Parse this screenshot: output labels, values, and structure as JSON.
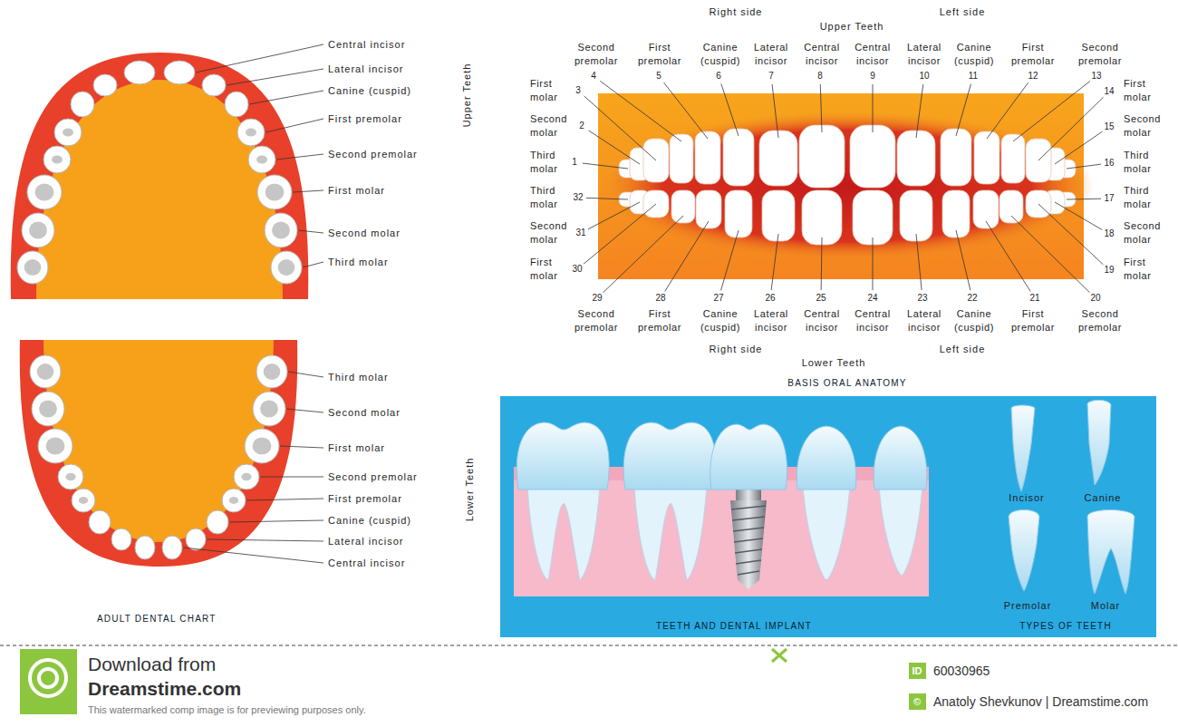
{
  "diagram": {
    "title": "BASIS ORAL ANATOMY",
    "caption": "ADULT DENTAL CHART",
    "labels": [
      "Central incisor",
      "Lateral incisor",
      "Canine (cuspid)",
      "First premolar",
      "Second premolar",
      "First molar",
      "Second molar",
      "Third molar",
      "Upper Teeth",
      "Third molar",
      "Second molar",
      "First molar",
      "Second premolar",
      "First premolar",
      "Canine (cuspid)",
      "Lateral incisor",
      "Central incisor",
      "Lower Teeth",
      "Right side",
      "Upper Teeth",
      "Left side",
      "Second premolar",
      "First premolar",
      "Canine (cuspid)",
      "Lateral incisor",
      "Central incisor",
      "Central incisor",
      "Lateral incisor",
      "Canine (cuspid)",
      "First premolar",
      "Second premolar",
      "4",
      "5",
      "6",
      "7",
      "8",
      "9",
      "10",
      "11",
      "12",
      "13",
      "First molar",
      "3",
      "Second molar",
      "2",
      "Third molar",
      "1",
      "Third molar",
      "32",
      "Second molar",
      "31",
      "First molar",
      "30",
      "14",
      "First molar",
      "15",
      "Second molar",
      "16",
      "Third molar",
      "17",
      "Third molar",
      "18",
      "Second molar",
      "19",
      "First molar",
      "29",
      "28",
      "27",
      "26",
      "25",
      "24",
      "23",
      "22",
      "21",
      "20",
      "Second premolar",
      "First premolar",
      "Canine (cuspid)",
      "Lateral incisor",
      "Central incisor",
      "Central incisor",
      "Lateral incisor",
      "Canine (cuspid)",
      "First premolar",
      "Second premolar",
      "Right side",
      "Lower Teeth",
      "Left side",
      "TEETH AND DENTAL IMPLANT",
      "Incisor",
      "Canine",
      "Premolar",
      "Molar",
      "TYPES OF TEETH",
      "Download from",
      "Dreamstime.com",
      "This watermarked comp image is for previewing purposes only.",
      "ID",
      "60030965",
      "©",
      "Anatoly Shevkunov | Dreamstime.com"
    ]
  }
}
